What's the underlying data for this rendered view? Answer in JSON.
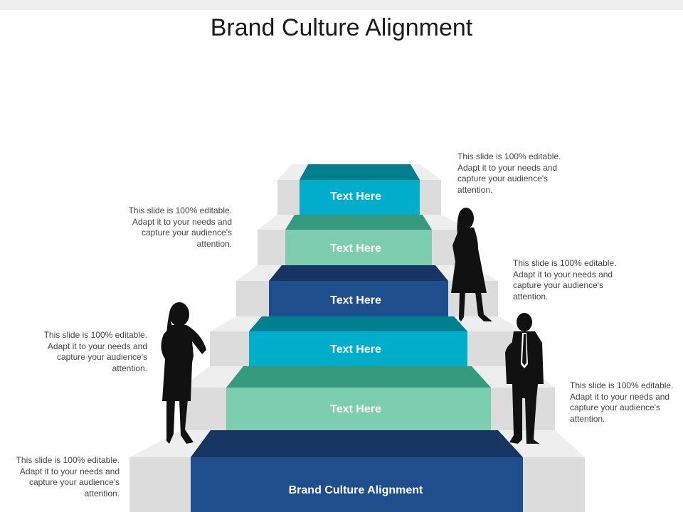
{
  "title": "Brand Culture Alignment",
  "steps": [
    {
      "label": "Text Here",
      "front_color": "#00aecb",
      "top_color": "#00808f"
    },
    {
      "label": "Text Here",
      "front_color": "#7dcdb0",
      "top_color": "#369a7e"
    },
    {
      "label": "Text Here",
      "front_color": "#1f4e8c",
      "top_color": "#163560"
    },
    {
      "label": "Text Here",
      "front_color": "#00aecb",
      "top_color": "#00808f"
    },
    {
      "label": "Text Here",
      "front_color": "#7dcdb0",
      "top_color": "#369a7e"
    },
    {
      "label": "Brand Culture Alignment",
      "front_color": "#1f4e8c",
      "top_color": "#163560"
    }
  ],
  "notes": [
    {
      "text": "This slide is 100% editable. Adapt it to your needs and capture your audience's attention."
    },
    {
      "text": "This slide is 100% editable. Adapt it to your needs and capture your audience's attention."
    },
    {
      "text": "This slide is 100% editable. Adapt it to your needs and capture your audience's attention."
    },
    {
      "text": "This slide is 100% editable. Adapt it to your needs and capture your audience's attention."
    },
    {
      "text": "This slide is 100% editable. Adapt it to your needs and capture your audience's attention."
    },
    {
      "text": "This slide is 100% editable. Adapt it to your needs and capture your audience's attention."
    }
  ],
  "colors": {
    "stair_front": "#dcdcdc",
    "stair_top": "#eeeeee",
    "silhouette": "#111111"
  },
  "silhouettes": [
    "woman-standing-left",
    "woman-standing-top",
    "man-in-suit"
  ]
}
